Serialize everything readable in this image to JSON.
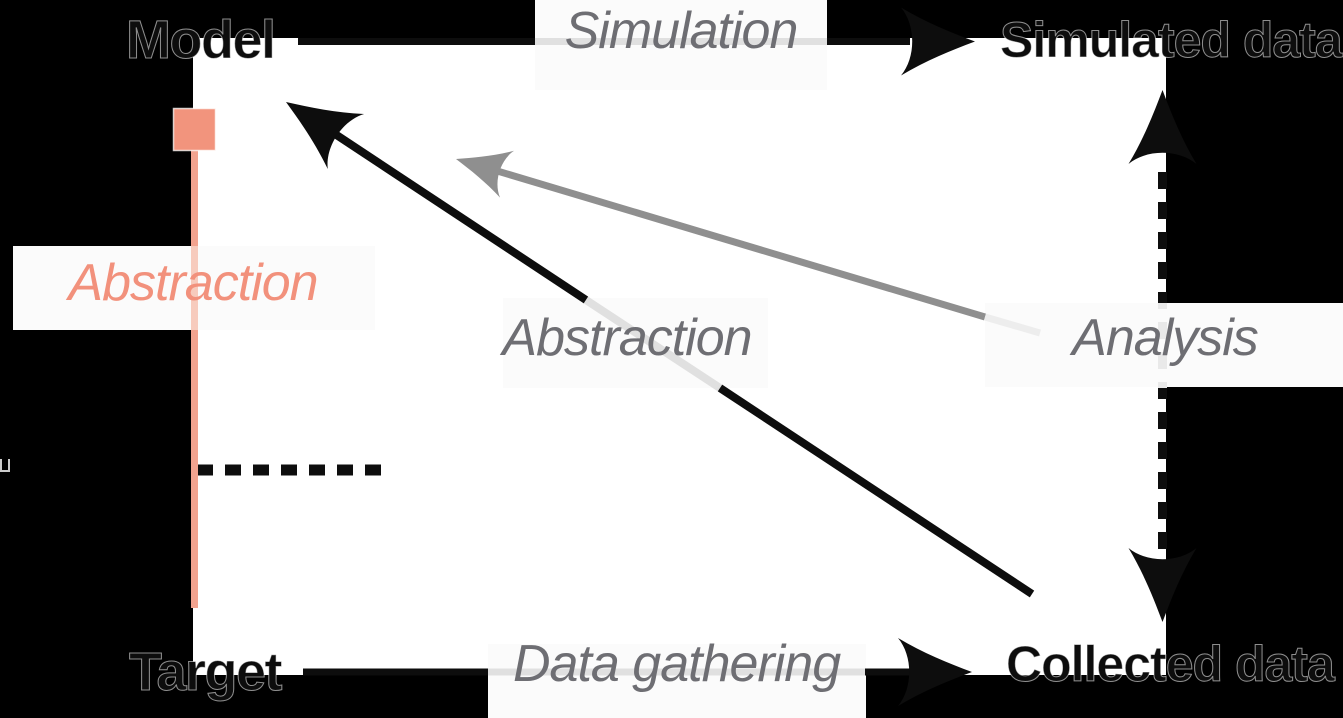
{
  "diagram": {
    "nodes": {
      "top_left": "Model",
      "top_right": "Simulated data",
      "bottom_left": "Target",
      "bottom_right": "Collected data"
    },
    "edge_labels": {
      "top": "Simulation",
      "left": "Abstraction",
      "center": "Abstraction",
      "right": "Analysis",
      "bottom": "Data gathering"
    },
    "colors": {
      "background": "#000000",
      "canvas": "#ffffff",
      "label_box": "#fbfbfb",
      "node_text": "#0d0d0d",
      "edge_label_gray": "#6e6e73",
      "edge_label_salmon": "#f2917c",
      "salmon_line": "#f2a38f",
      "salmon_marker": "#f2947d",
      "black_arrow": "#0d0d0d",
      "gray_arrow": "#8f8f8f"
    }
  }
}
